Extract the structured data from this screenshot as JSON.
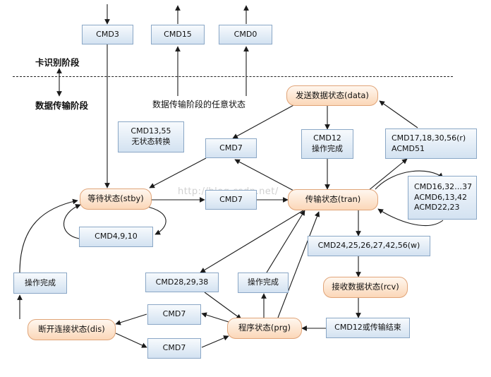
{
  "phases": {
    "card_identification": "卡识别阶段",
    "data_transfer": "数据传输阶段"
  },
  "notes": {
    "any_state_in_transfer": "数据传输阶段的任意状态",
    "watermark": "http://blog.csdn.net/"
  },
  "states": {
    "stby": "等待状态(stby)",
    "tran": "传输状态(tran)",
    "data": "发送数据状态(data)",
    "rcv": "接收数据状态(rcv)",
    "prg": "程序状态(prg)",
    "dis": "断开连接状态(dis)"
  },
  "commands": {
    "cmd3": "CMD3",
    "cmd15": "CMD15",
    "cmd0": "CMD0",
    "cmd13_55": [
      "CMD13,55",
      "无状态转换"
    ],
    "cmd7_data_stby": "CMD7",
    "cmd7_stby_tran": "CMD7",
    "cmd7_dis_prg_top": "CMD7",
    "cmd7_dis_prg_bottom": "CMD7",
    "cmd12_op_done": [
      "CMD12",
      "操作完成"
    ],
    "cmd17_read": [
      "CMD17,18,30,56(r)",
      "ACMD51"
    ],
    "cmd16_misc": [
      "CMD16,32…37",
      "ACMD6,13,42",
      "ACMD22,23"
    ],
    "cmd4_9_10": "CMD4,9,10",
    "cmd24_write": "CMD24,25,26,27,42,56(w)",
    "cmd28_29_38": "CMD28,29,38",
    "op_done_left": "操作完成",
    "op_done_prg": "操作完成",
    "cmd12_or_end": "CMD12或传输结束"
  }
}
